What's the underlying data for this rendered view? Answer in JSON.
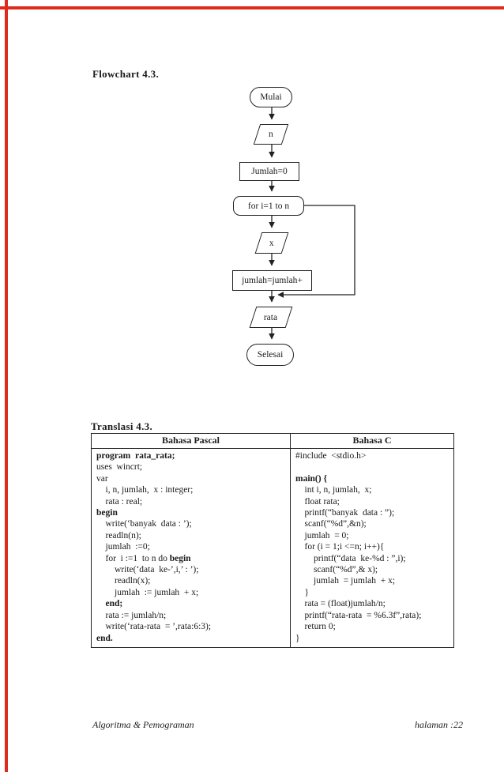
{
  "page": {
    "title": "Flowchart  4.3.",
    "table_title": "Translasi 4.3.",
    "footer_left": "Algoritma & Pemograman",
    "footer_right": "halaman :22",
    "accent_red": "#dd2b1e"
  },
  "flowchart": {
    "nodes": [
      {
        "id": "start",
        "type": "terminator",
        "label": "Mulai"
      },
      {
        "id": "input-n",
        "type": "io",
        "label": "n"
      },
      {
        "id": "init",
        "type": "process",
        "label": "Jumlah=0"
      },
      {
        "id": "loop",
        "type": "loop",
        "label": "for i=1 to n"
      },
      {
        "id": "input-x",
        "type": "io",
        "label": "x"
      },
      {
        "id": "sum",
        "type": "process",
        "label": "jumlah=jumlah+"
      },
      {
        "id": "output-rata",
        "type": "io",
        "label": "rata"
      },
      {
        "id": "end",
        "type": "terminator",
        "label": "Selesai"
      }
    ]
  },
  "table": {
    "headers": [
      "Bahasa Pascal",
      "Bahasa C"
    ],
    "pascal_lines": [
      [
        {
          "t": "program  rata_rata;",
          "b": true
        }
      ],
      [
        {
          "t": "uses  wincrt;"
        }
      ],
      [
        {
          "t": "var"
        }
      ],
      [
        {
          "t": "    i, n, jumlah,  x : integer;"
        }
      ],
      [
        {
          "t": "    rata : real;"
        }
      ],
      [
        {
          "t": "begin",
          "b": true
        }
      ],
      [
        {
          "t": "    write(‘banyak  data : ’);"
        }
      ],
      [
        {
          "t": "    readln(n);"
        }
      ],
      [
        {
          "t": "    jumlah  :=0;"
        }
      ],
      [
        {
          "t": "    for  i :=1  to n do "
        },
        {
          "t": "begin",
          "b": true
        }
      ],
      [
        {
          "t": "        write(‘data  ke-’,i,’ : ’);"
        }
      ],
      [
        {
          "t": "        readln(x);"
        }
      ],
      [
        {
          "t": "        jumlah  := jumlah  + x;"
        }
      ],
      [
        {
          "t": "    "
        },
        {
          "t": "end;",
          "b": true
        }
      ],
      [
        {
          "t": "    rata := jumlah/n;"
        }
      ],
      [
        {
          "t": "    write(‘rata-rata  = ’,rata:6:3);"
        }
      ],
      [
        {
          "t": "end.",
          "b": true
        }
      ]
    ],
    "c_lines": [
      [
        {
          "t": "#include  <stdio.h>"
        }
      ],
      [
        {
          "t": " "
        }
      ],
      [
        {
          "t": "main() {",
          "b": true
        }
      ],
      [
        {
          "t": "    int i, n, jumlah,  x;"
        }
      ],
      [
        {
          "t": "    float rata;"
        }
      ],
      [
        {
          "t": "    printf(“banyak  data : ”);"
        }
      ],
      [
        {
          "t": "    scanf(“%d”,&n);"
        }
      ],
      [
        {
          "t": "    jumlah  = 0;"
        }
      ],
      [
        {
          "t": "    for (i = 1;i <=n; i++){"
        }
      ],
      [
        {
          "t": "        printf(“data  ke-%d : ”,i);"
        }
      ],
      [
        {
          "t": "        scanf(“%d”,& x);"
        }
      ],
      [
        {
          "t": "        jumlah  = jumlah  + x;"
        }
      ],
      [
        {
          "t": "    }"
        }
      ],
      [
        {
          "t": "    rata = (float)jumlah/n;"
        }
      ],
      [
        {
          "t": "    printf(“rata-rata  = %6.3f”,rata);"
        }
      ],
      [
        {
          "t": "    return 0;"
        }
      ],
      [
        {
          "t": "}"
        }
      ]
    ]
  }
}
